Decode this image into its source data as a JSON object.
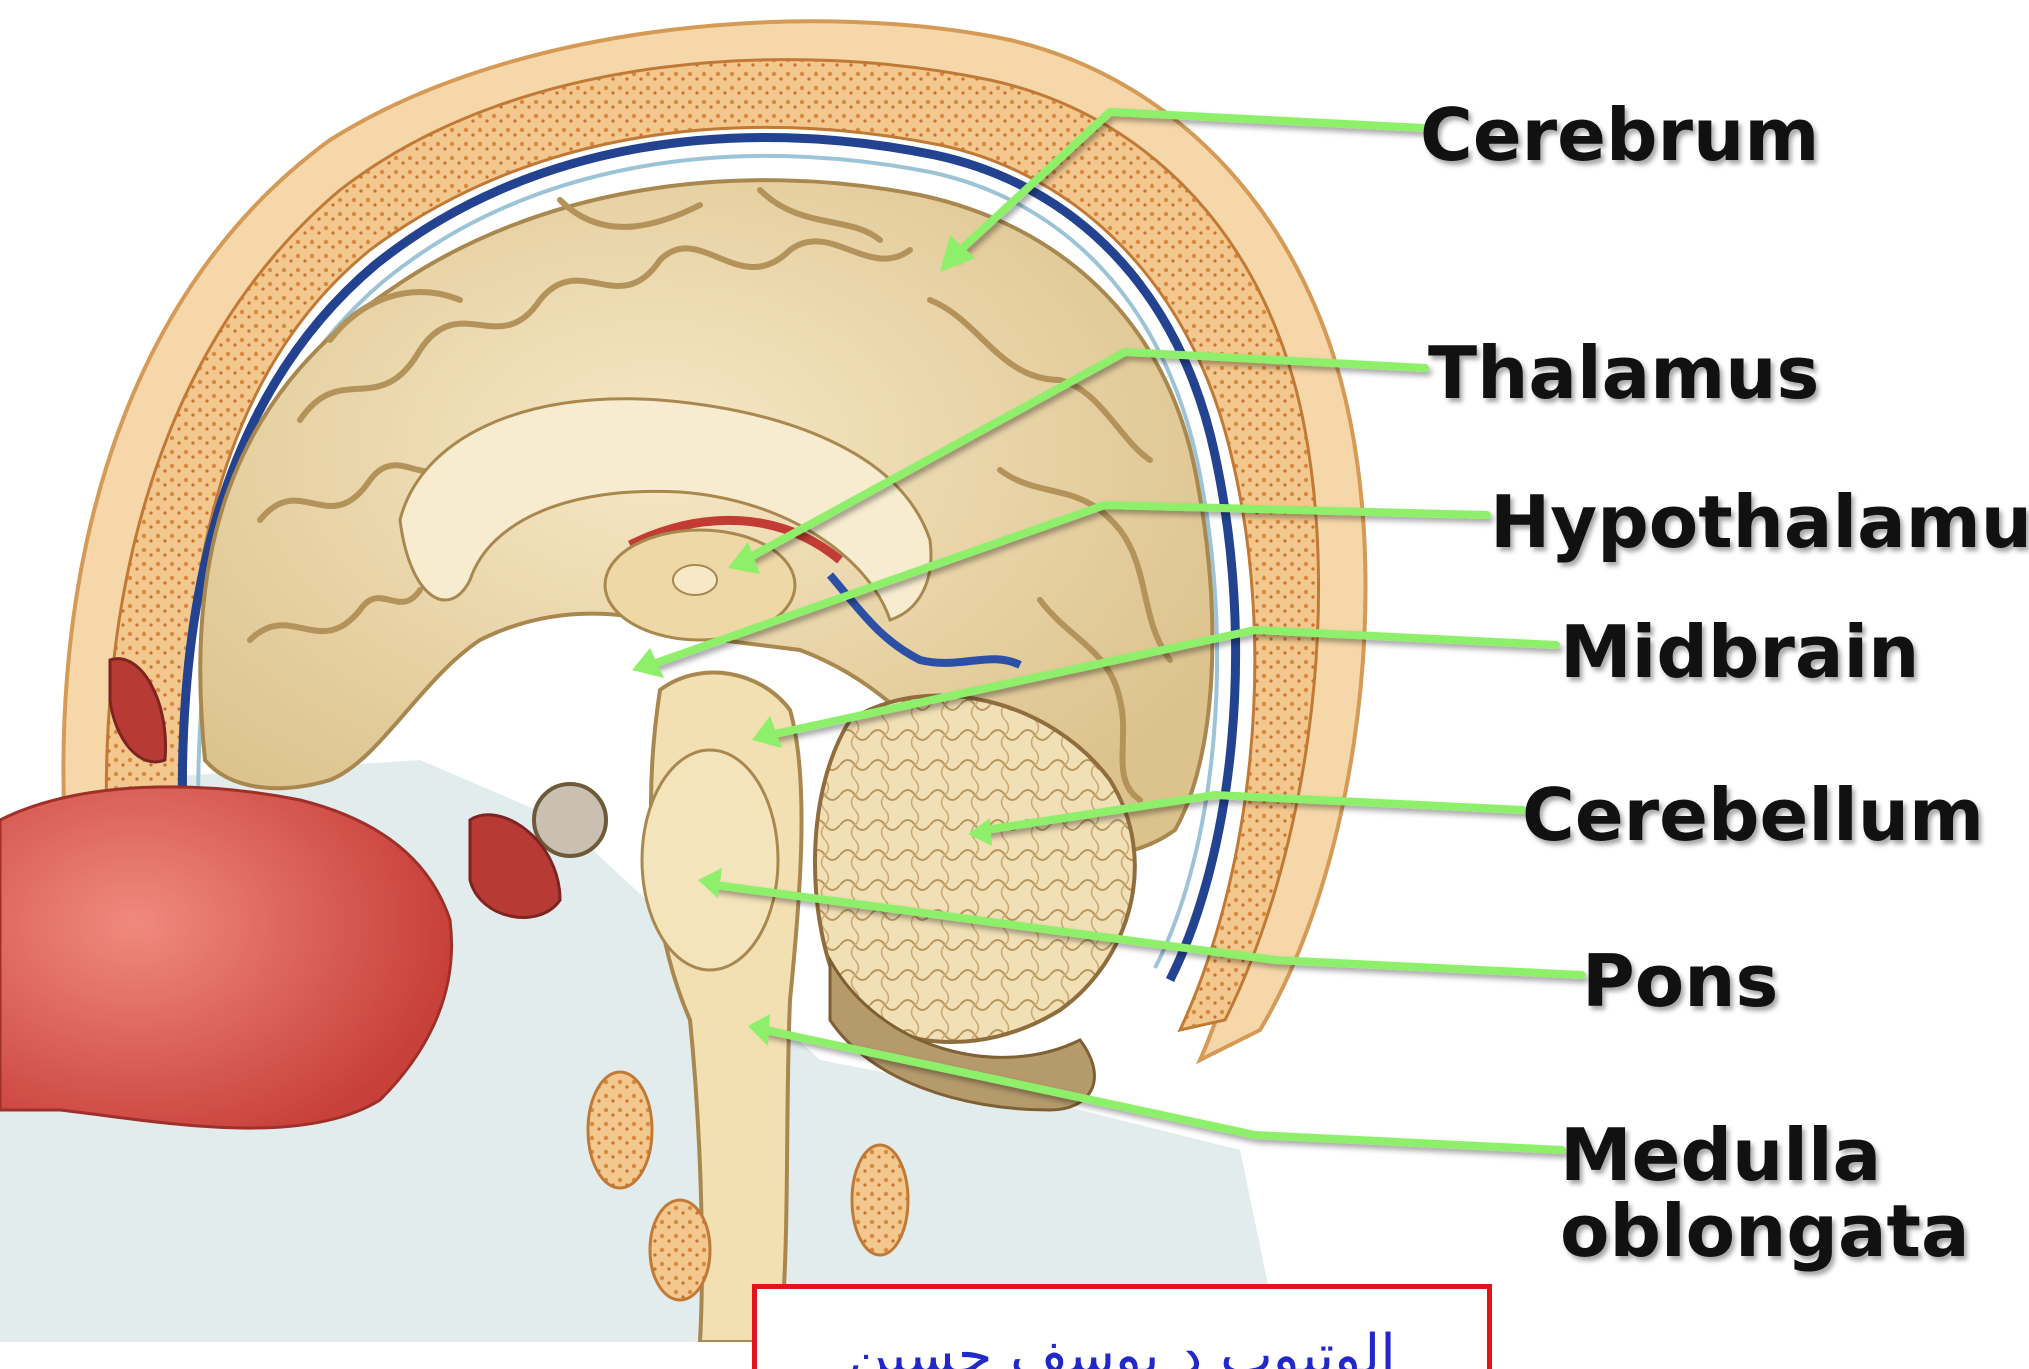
{
  "labels": {
    "cerebrum": "Cerebrum",
    "thalamus": "Thalamus",
    "hypothalamus": "Hypothalamus",
    "midbrain": "Midbrain",
    "cerebellum": "Cerebellum",
    "pons": "Pons",
    "medulla_line1": "Medulla",
    "medulla_line2": "oblongata"
  },
  "credit": "الوتيوب د يوسف حسين",
  "colors": {
    "pointer": "#8ef06a",
    "brain": "#ead7a8",
    "sulcus": "#b89a64",
    "scalp": "#f3cf9a",
    "bone": "#f0b877",
    "dura": "#23428f",
    "tissue": "#e05a4f",
    "credit_border": "#e0151b",
    "credit_text": "#2227c9"
  }
}
